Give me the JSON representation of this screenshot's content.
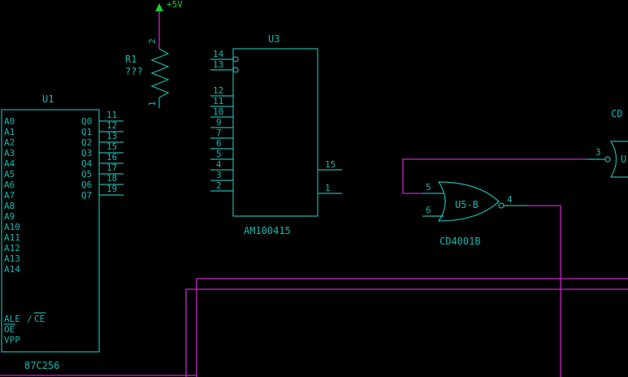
{
  "power": {
    "label": "+5V",
    "color": "#22c832"
  },
  "r1": {
    "ref": "R1",
    "value": "???",
    "pin_top": "2",
    "pin_bottom": "1"
  },
  "u1": {
    "ref": "U1",
    "part": "87C256",
    "left_pins": [
      "A0",
      "A1",
      "A2",
      "A3",
      "A4",
      "A5",
      "A6",
      "A7",
      "A8",
      "A9",
      "A10",
      "A11",
      "A12",
      "A13",
      "A14"
    ],
    "ctrl_pins": {
      "ale": "ALE",
      "slash": "/",
      "ce": "CE",
      "oe": "OE",
      "vpp": "VPP"
    },
    "right_pins": [
      "Q0",
      "Q1",
      "Q2",
      "Q3",
      "Q4",
      "Q5",
      "Q6",
      "Q7"
    ],
    "right_nums": [
      "11",
      "12",
      "13",
      "15",
      "16",
      "17",
      "18",
      "19"
    ]
  },
  "u3": {
    "ref": "U3",
    "part": "AM100415",
    "left_nums": [
      "14",
      "13",
      "12",
      "11",
      "10",
      "9",
      "7",
      "6",
      "5",
      "4",
      "3",
      "2"
    ],
    "right_nums": [
      "15",
      "1"
    ]
  },
  "u5b": {
    "ref": "U5-B",
    "part": "CD4001B",
    "in_a": "5",
    "in_b": "6",
    "out": "4"
  },
  "gate_right": {
    "ref_partial": "CD",
    "pin": "3",
    "ref_letter": "U"
  },
  "colors": {
    "component": "#19b5ad",
    "wire": "#c826c8",
    "background": "#000000"
  }
}
